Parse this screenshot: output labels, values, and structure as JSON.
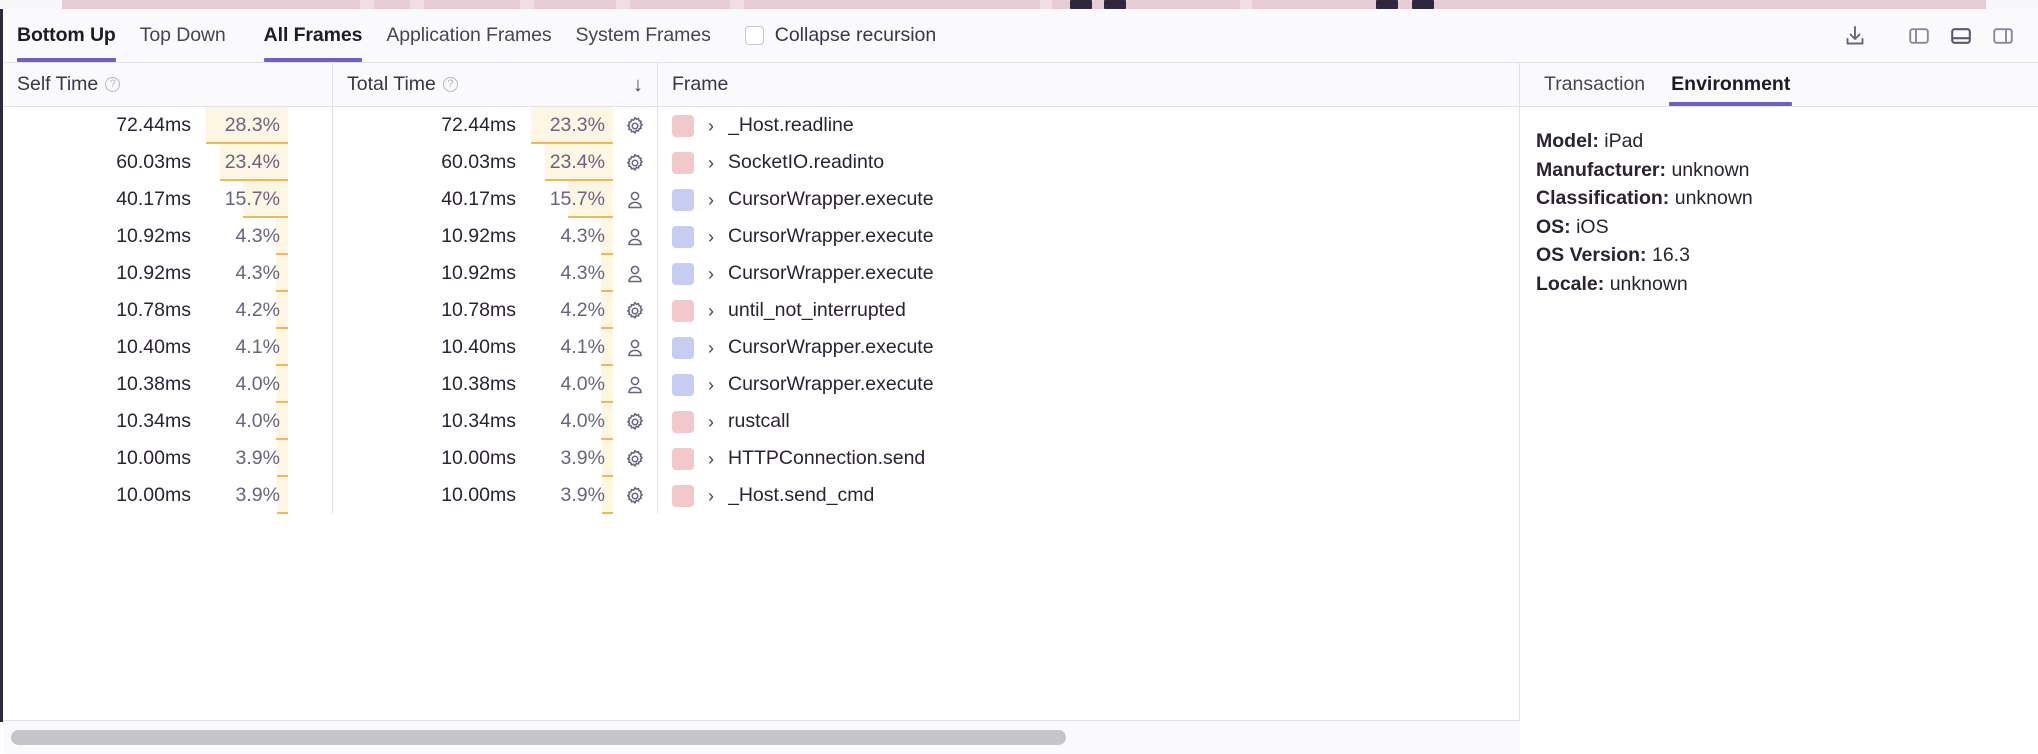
{
  "toolbar": {
    "tabs_view": [
      {
        "label": "Bottom Up",
        "active": true
      },
      {
        "label": "Top Down",
        "active": false
      }
    ],
    "tabs_frames": [
      {
        "label": "All Frames",
        "active": true
      },
      {
        "label": "Application Frames",
        "active": false
      },
      {
        "label": "System Frames",
        "active": false
      }
    ],
    "collapse_recursion": {
      "label": "Collapse recursion",
      "checked": false
    },
    "icons": [
      {
        "name": "download-icon"
      },
      {
        "name": "left-panel-layout-icon",
        "active": false
      },
      {
        "name": "bottom-panel-layout-icon",
        "active": true
      },
      {
        "name": "right-panel-layout-icon",
        "active": false
      }
    ]
  },
  "table": {
    "columns": [
      {
        "key": "self",
        "label": "Self Time",
        "has_help": true,
        "sorted": false
      },
      {
        "key": "total",
        "label": "Total Time",
        "has_help": true,
        "sorted": true,
        "sort_dir": "desc",
        "sort_glyph": "↓"
      },
      {
        "key": "frame",
        "label": "Frame",
        "has_help": false,
        "sorted": false
      }
    ],
    "rows": [
      {
        "self_time": "72.44ms",
        "self_pct": "28.3%",
        "self_pct_value": 28.3,
        "total_time": "72.44ms",
        "total_pct": "23.3%",
        "total_pct_value": 28.3,
        "type": "system",
        "color": "#f0c9cd",
        "expand": "›",
        "frame": "_Host.readline"
      },
      {
        "self_time": "60.03ms",
        "self_pct": "23.4%",
        "self_pct_value": 23.4,
        "total_time": "60.03ms",
        "total_pct": "23.4%",
        "total_pct_value": 23.4,
        "type": "system",
        "color": "#f2c8cb",
        "expand": "›",
        "frame": "SocketIO.readinto"
      },
      {
        "self_time": "40.17ms",
        "self_pct": "15.7%",
        "self_pct_value": 15.7,
        "total_time": "40.17ms",
        "total_pct": "15.7%",
        "total_pct_value": 15.7,
        "type": "application",
        "color": "#c7cdf0",
        "expand": "›",
        "frame": "CursorWrapper.execute"
      },
      {
        "self_time": "10.92ms",
        "self_pct": "4.3%",
        "self_pct_value": 4.3,
        "total_time": "10.92ms",
        "total_pct": "4.3%",
        "total_pct_value": 4.3,
        "type": "application",
        "color": "#c7cdf0",
        "expand": "›",
        "frame": "CursorWrapper.execute"
      },
      {
        "self_time": "10.92ms",
        "self_pct": "4.3%",
        "self_pct_value": 4.3,
        "total_time": "10.92ms",
        "total_pct": "4.3%",
        "total_pct_value": 4.3,
        "type": "application",
        "color": "#c7cdf0",
        "expand": "›",
        "frame": "CursorWrapper.execute"
      },
      {
        "self_time": "10.78ms",
        "self_pct": "4.2%",
        "self_pct_value": 4.2,
        "total_time": "10.78ms",
        "total_pct": "4.2%",
        "total_pct_value": 4.2,
        "type": "system",
        "color": "#f2c8cb",
        "expand": "›",
        "frame": "until_not_interrupted"
      },
      {
        "self_time": "10.40ms",
        "self_pct": "4.1%",
        "self_pct_value": 4.1,
        "total_time": "10.40ms",
        "total_pct": "4.1%",
        "total_pct_value": 4.1,
        "type": "application",
        "color": "#c7cdf0",
        "expand": "›",
        "frame": "CursorWrapper.execute"
      },
      {
        "self_time": "10.38ms",
        "self_pct": "4.0%",
        "self_pct_value": 4.0,
        "total_time": "10.38ms",
        "total_pct": "4.0%",
        "total_pct_value": 4.0,
        "type": "application",
        "color": "#c7cdf0",
        "expand": "›",
        "frame": "CursorWrapper.execute"
      },
      {
        "self_time": "10.34ms",
        "self_pct": "4.0%",
        "self_pct_value": 4.0,
        "total_time": "10.34ms",
        "total_pct": "4.0%",
        "total_pct_value": 4.0,
        "type": "system",
        "color": "#f2c8cb",
        "expand": "›",
        "frame": "rustcall"
      },
      {
        "self_time": "10.00ms",
        "self_pct": "3.9%",
        "self_pct_value": 3.9,
        "total_time": "10.00ms",
        "total_pct": "3.9%",
        "total_pct_value": 3.9,
        "type": "system",
        "color": "#f2c8cb",
        "expand": "›",
        "frame": "HTTPConnection.send"
      },
      {
        "self_time": "10.00ms",
        "self_pct": "3.9%",
        "self_pct_value": 3.9,
        "total_time": "10.00ms",
        "total_pct": "3.9%",
        "total_pct_value": 3.9,
        "type": "system",
        "color": "#f2c8cb",
        "expand": "›",
        "frame": "_Host.send_cmd"
      }
    ]
  },
  "detail": {
    "tabs": [
      {
        "label": "Transaction",
        "active": false
      },
      {
        "label": "Environment",
        "active": true
      }
    ],
    "environment": [
      {
        "key": "Model:",
        "value": "iPad"
      },
      {
        "key": "Manufacturer:",
        "value": "unknown"
      },
      {
        "key": "Classification:",
        "value": "unknown"
      },
      {
        "key": "OS:",
        "value": "iOS"
      },
      {
        "key": "OS Version:",
        "value": "16.3"
      },
      {
        "key": "Locale:",
        "value": "unknown"
      }
    ]
  },
  "colors": {
    "accent": "#6c5fc7",
    "bar_fill": "#fdf6e3",
    "bar_underline": "#f0b857",
    "system_frame": "#f2c8cb",
    "application_frame": "#c7cdf0",
    "rail": "#2f2640"
  }
}
